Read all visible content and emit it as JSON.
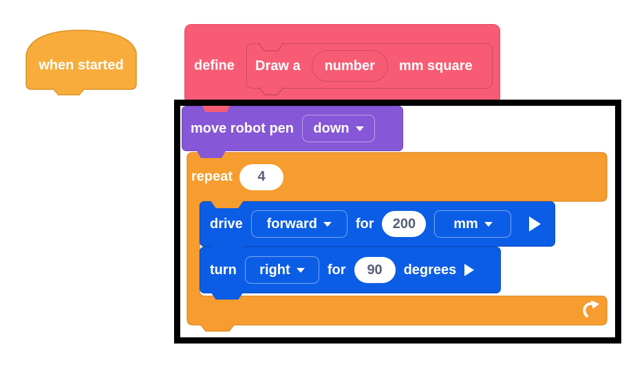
{
  "colors": {
    "hat-orange": "#F7AC3C",
    "hat-orange-border": "#DC9226",
    "pink": "#F85C75",
    "pink-border": "#E34A64",
    "purple": "#8657D6",
    "purple-border": "#7244BE",
    "control-orange": "#F79C2E",
    "control-orange-border": "#DB8722",
    "blue": "#0C5DE6",
    "blue-border": "#0A4EC2",
    "field-text": "#575E75",
    "frame-black": "#000000"
  },
  "blocks": {
    "when_started": {
      "label": "when started"
    },
    "define": {
      "keyword": "define",
      "name_before_param": "Draw a",
      "param": "number",
      "name_after_param": "mm square"
    },
    "pen": {
      "label": "move robot pen",
      "dropdown_value": "down"
    },
    "repeat": {
      "label": "repeat",
      "count": "4"
    },
    "drive": {
      "label": "drive",
      "direction": "forward",
      "for": "for",
      "distance": "200",
      "unit": "mm"
    },
    "turn": {
      "label": "turn",
      "direction": "right",
      "for": "for",
      "angle": "90",
      "unit": "degrees"
    }
  }
}
